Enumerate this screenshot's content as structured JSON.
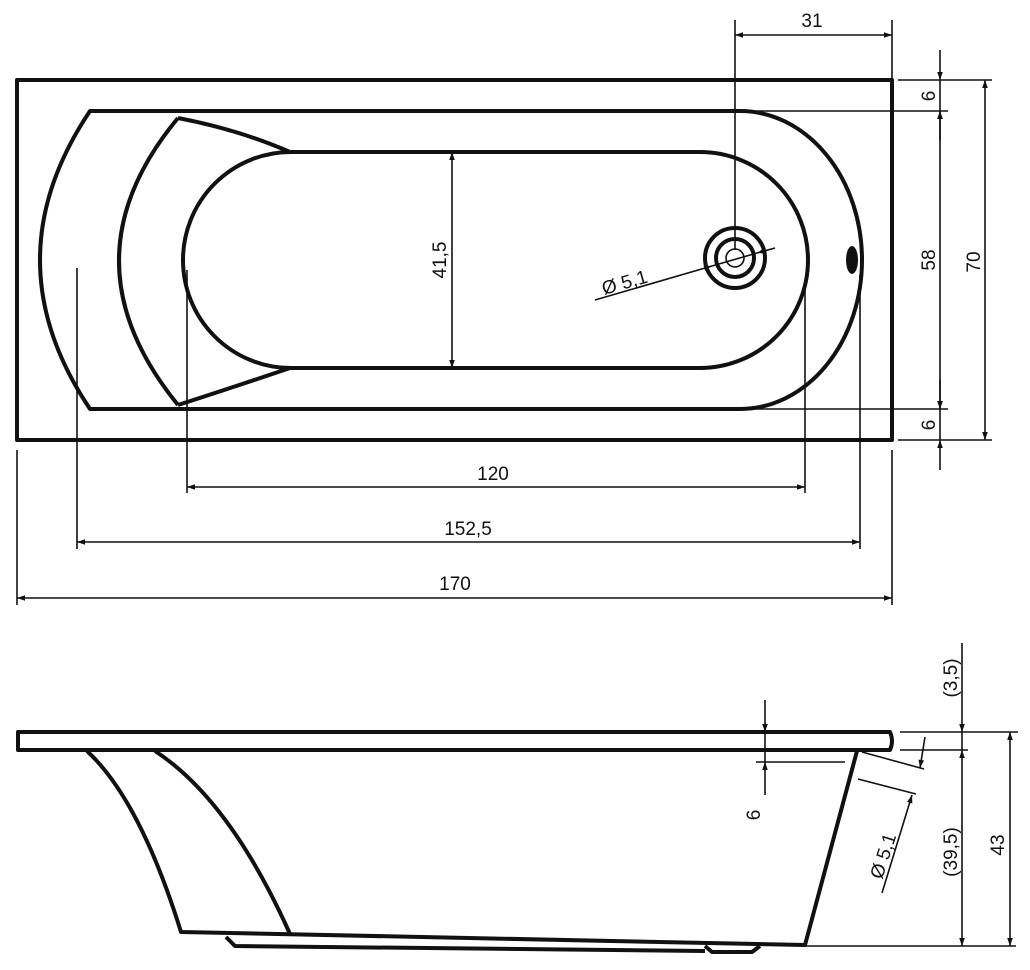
{
  "top_view": {
    "dims": {
      "drain_offset": "31",
      "rim_top": "6",
      "inner_width": "58",
      "total_width": "70",
      "rim_bottom": "6",
      "basin_width": "41,5",
      "drain_diameter": "Ø 5,1",
      "basin_length": "120",
      "inner_length": "152,5",
      "total_length": "170"
    }
  },
  "side_view": {
    "dims": {
      "rim_height": "(3,5)",
      "rim_thickness": "6",
      "overflow_diameter": "Ø 5,1",
      "body_height": "(39,5)",
      "total_height": "43"
    }
  },
  "colors": {
    "line": "#111111",
    "background": "#ffffff"
  }
}
